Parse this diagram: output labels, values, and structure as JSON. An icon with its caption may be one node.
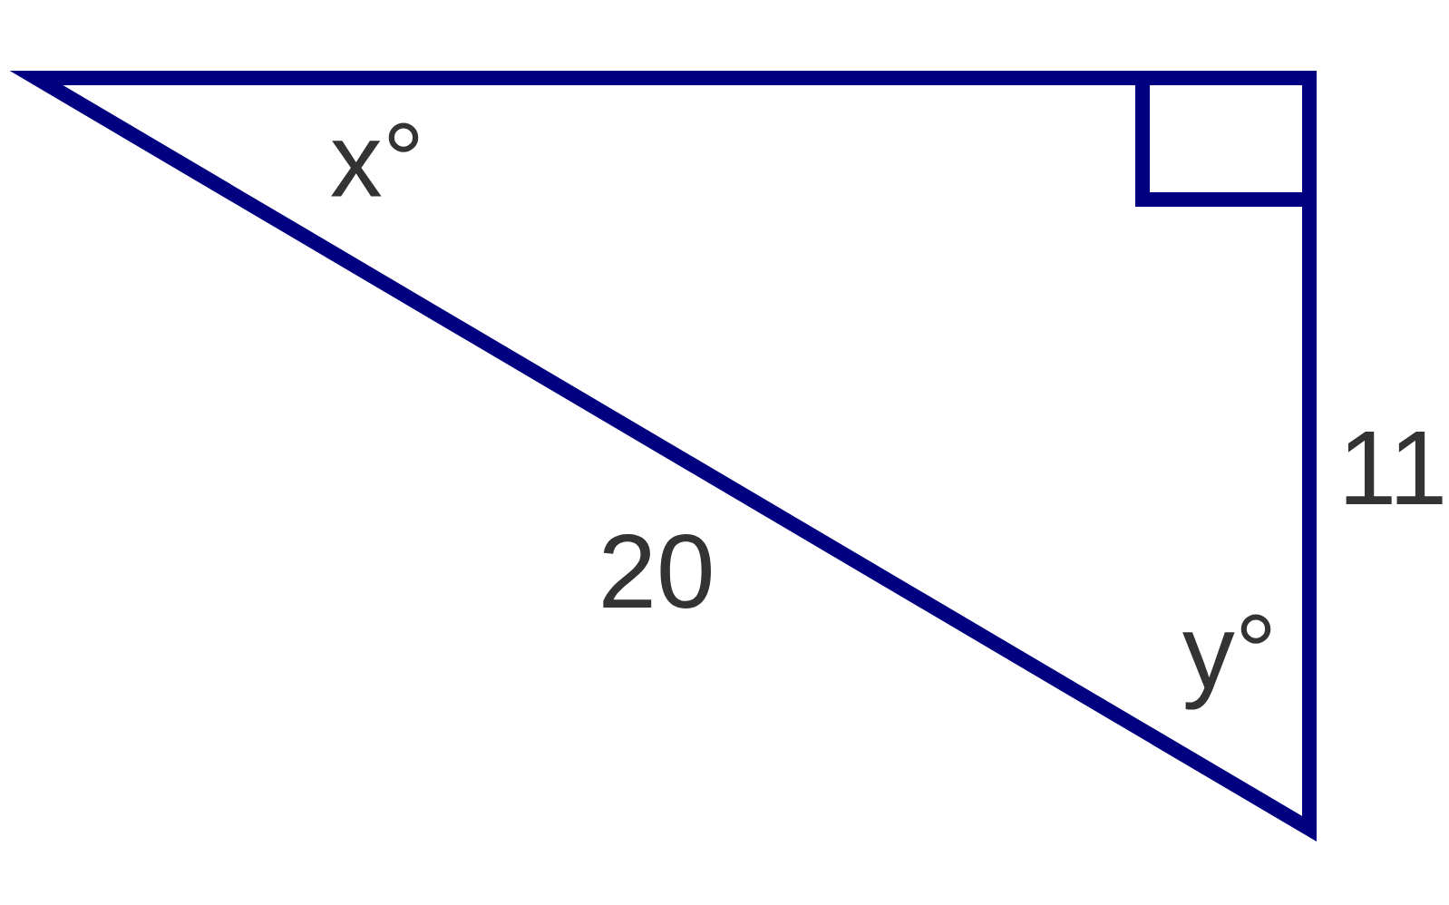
{
  "diagram": {
    "labels": [
      "x°",
      "11",
      "20",
      "y°"
    ]
  }
}
